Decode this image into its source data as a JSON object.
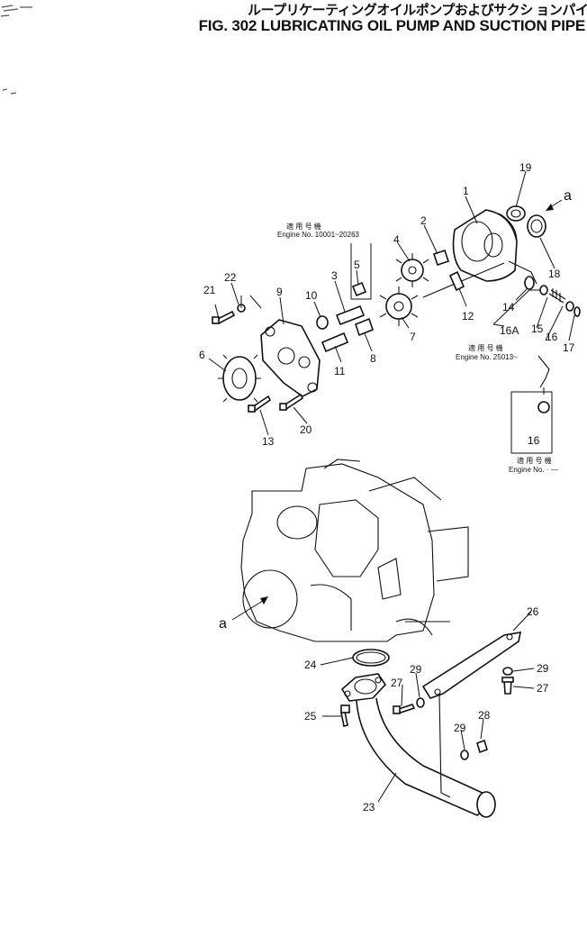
{
  "header": {
    "title_jp": "ループリケーティングオイルポンプおよびサクシ ョンパイプ",
    "title_en": "FIG. 302  LUBRICATING OIL PUMP AND SUCTION PIPE"
  },
  "applicability": {
    "jp_label": "適 用 号 機",
    "engine_label_1": "Engine No. 10001~20263",
    "engine_label_2": "Engine No. 25013~",
    "engine_label_3": "Engine No. ·  —"
  },
  "callouts": {
    "p1": "1",
    "p2": "2",
    "p3": "3",
    "p4": "4",
    "p5": "5",
    "p6": "6",
    "p7": "7",
    "p8": "8",
    "p9": "9",
    "p10": "10",
    "p11": "11",
    "p12": "12",
    "p13": "13",
    "p14": "14",
    "p15": "15",
    "p16": "16",
    "p16b": "16",
    "p16c": "16",
    "p16a": "16A",
    "p17": "17",
    "p18": "18",
    "p19": "19",
    "p20": "20",
    "p21": "21",
    "p22": "22",
    "p23": "23",
    "p24": "24",
    "p25": "25",
    "p26": "26",
    "p27": "27",
    "p27b": "27",
    "p28": "28",
    "p29": "29",
    "p29b": "29",
    "p29c": "29",
    "a1": "a",
    "a2": "a"
  }
}
